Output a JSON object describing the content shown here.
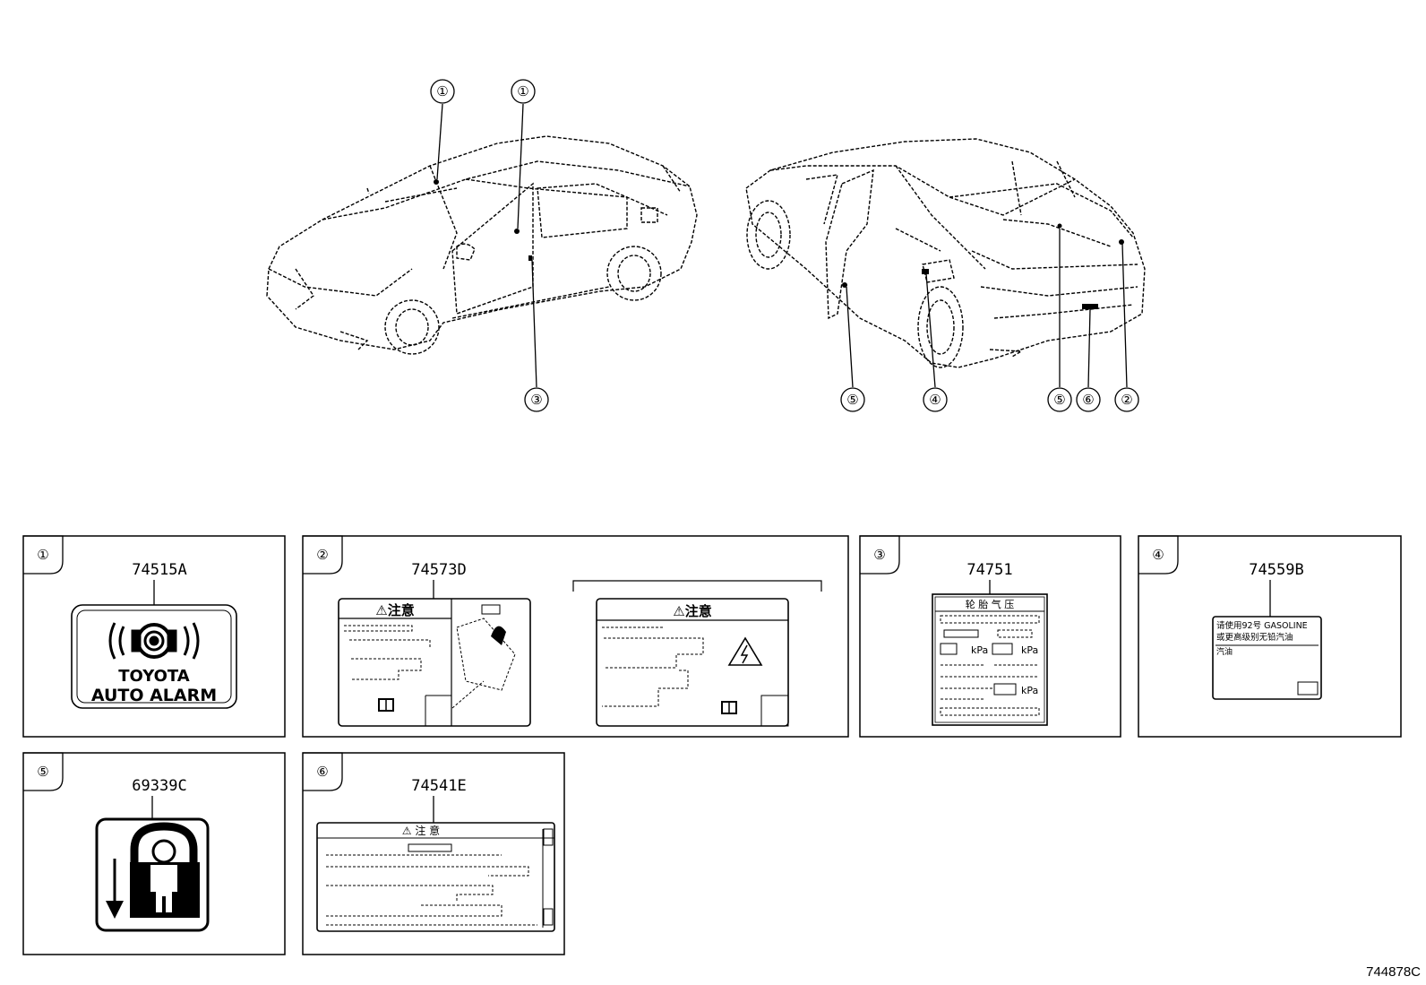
{
  "callouts": {
    "front_left_top": "①",
    "front_door": "①",
    "front_pillar": "③",
    "rear_door_edge": "⑤",
    "rear_fuel": "④",
    "rear_trunk5": "⑤",
    "rear_trunk6": "⑥",
    "rear_trunk2": "②"
  },
  "panels": [
    {
      "num": "①",
      "part": "74515A"
    },
    {
      "num": "②",
      "part": "74573D"
    },
    {
      "num": "③",
      "part": "74751"
    },
    {
      "num": "④",
      "part": "74559B"
    },
    {
      "num": "⑤",
      "part": "69339C"
    },
    {
      "num": "⑥",
      "part": "74541E"
    }
  ],
  "labels": {
    "alarm_line1": "TOYOTA",
    "alarm_line2": "AUTO ALARM",
    "caution": "⚠注意",
    "caution_wide": "⚠  注    意",
    "tire_title": "轮 胎 气 压",
    "kpa": "kPa",
    "fuel_line1": "请使用92号 GASOLINE",
    "fuel_line2": "或更高级别无铅汽油",
    "fuel_line3": "汽油"
  },
  "diagram_code": "744878C"
}
